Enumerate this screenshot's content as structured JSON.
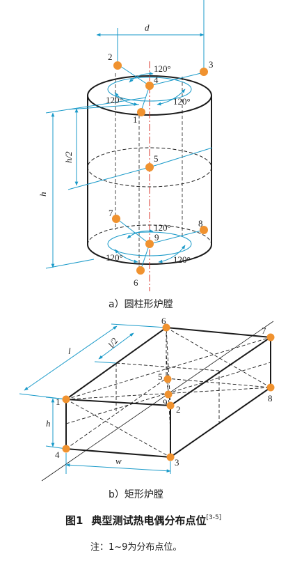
{
  "colors": {
    "line": "#1a1a1a",
    "dim": "#1a9ac9",
    "axis": "#d9342b",
    "point": "#f0922f"
  },
  "cylinder": {
    "dims": {
      "d": "d",
      "h": "h",
      "h_half": "h/2"
    },
    "angles": [
      "120°",
      "120°",
      "120°",
      "120°",
      "120°",
      "120°"
    ],
    "points": [
      "1",
      "2",
      "3",
      "4",
      "5",
      "6",
      "7",
      "8",
      "9"
    ],
    "caption": "a）圆柱形炉膛"
  },
  "box": {
    "dims": {
      "l": "l",
      "l_half": "l/2",
      "h": "h",
      "w": "w"
    },
    "points": [
      "1",
      "2",
      "3",
      "4",
      "5",
      "6",
      "7",
      "8",
      "9"
    ],
    "caption": "b）矩形炉膛"
  },
  "figure": {
    "label": "图1",
    "title": "典型测试热电偶分布点位",
    "ref": "[3-5]"
  },
  "note": "注：1~9为分布点位。"
}
